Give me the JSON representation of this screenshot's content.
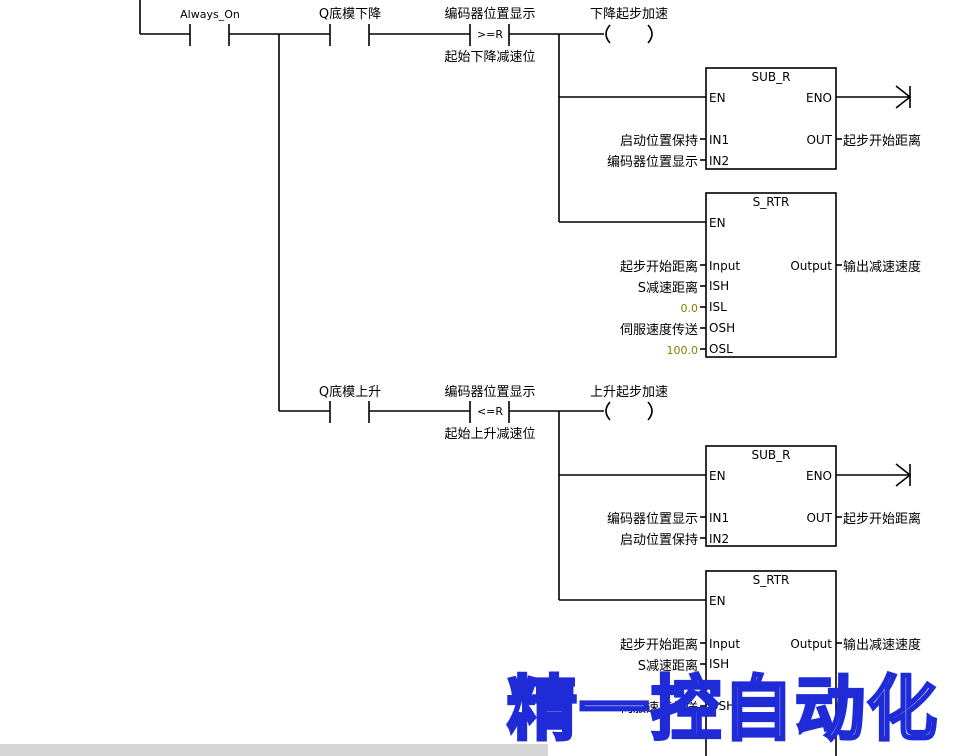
{
  "network1": {
    "contacts": [
      {
        "label": "Always_On"
      },
      {
        "label": "Q底模下降"
      },
      {
        "label": "编码器位置显示",
        "op": ">=R",
        "sub": "起始下降减速位"
      }
    ],
    "coil": "下降起步加速",
    "sub_r": {
      "name": "SUB_R",
      "en": "EN",
      "eno": "ENO",
      "in1_pin": "IN1",
      "in1": "启动位置保持",
      "in2_pin": "IN2",
      "in2": "编码器位置显示",
      "out_pin": "OUT",
      "out": "起步开始距离"
    },
    "s_rtr": {
      "name": "S_RTR",
      "en": "EN",
      "input_pin": "Input",
      "input": "起步开始距离",
      "ish_pin": "ISH",
      "ish": "S减速距离",
      "isl_pin": "ISL",
      "isl": "0.0",
      "osh_pin": "OSH",
      "osh": "伺服速度传送",
      "osl_pin": "OSL",
      "osl": "100.0",
      "output_pin": "Output",
      "output": "输出减速速度"
    }
  },
  "network2": {
    "contacts": [
      {
        "label": "Q底模上升"
      },
      {
        "label": "编码器位置显示",
        "op": "<=R",
        "sub": "起始上升减速位"
      }
    ],
    "coil": "上升起步加速",
    "sub_r": {
      "name": "SUB_R",
      "en": "EN",
      "eno": "ENO",
      "in1_pin": "IN1",
      "in1": "编码器位置显示",
      "in2_pin": "IN2",
      "in2": "启动位置保持",
      "out_pin": "OUT",
      "out": "起步开始距离"
    },
    "s_rtr": {
      "name": "S_RTR",
      "en": "EN",
      "input_pin": "Input",
      "input": "起步开始距离",
      "ish_pin": "ISH",
      "ish": "S减速距离",
      "osh_pin": "OSH",
      "osh": "伺服速度传送",
      "output_pin": "Output",
      "output": "输出减速速度"
    }
  },
  "watermark": "精一控自动化"
}
